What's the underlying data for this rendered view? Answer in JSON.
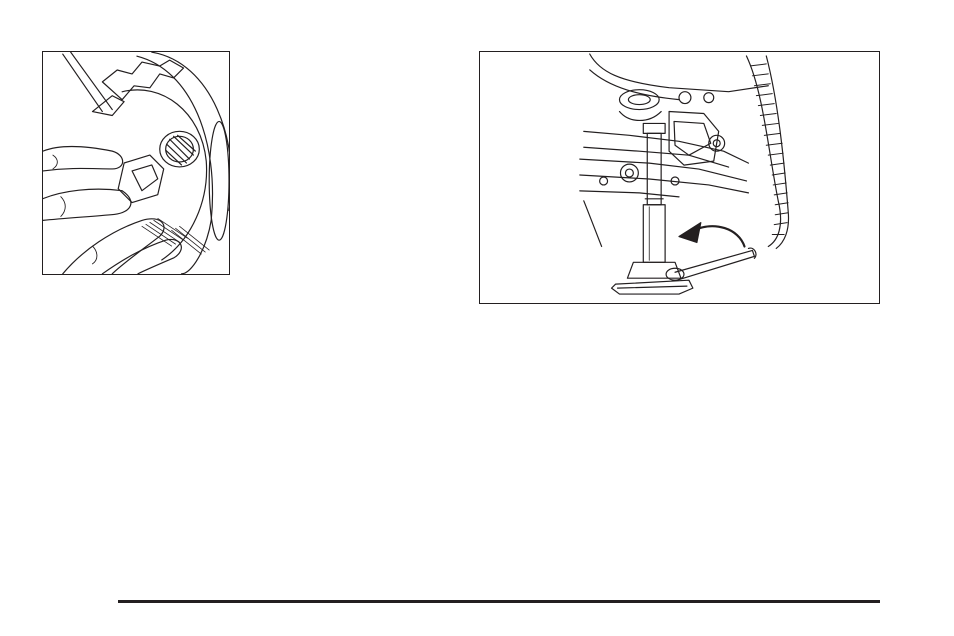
{
  "page": {
    "ink_color": "#231f20",
    "background_color": "#ffffff"
  },
  "figures": [
    {
      "id": "left",
      "depicts": "hand-threading-nut-onto-wheel-stud"
    },
    {
      "id": "right",
      "depicts": "jack-raising-vehicle-with-handle-and-arrow"
    }
  ]
}
